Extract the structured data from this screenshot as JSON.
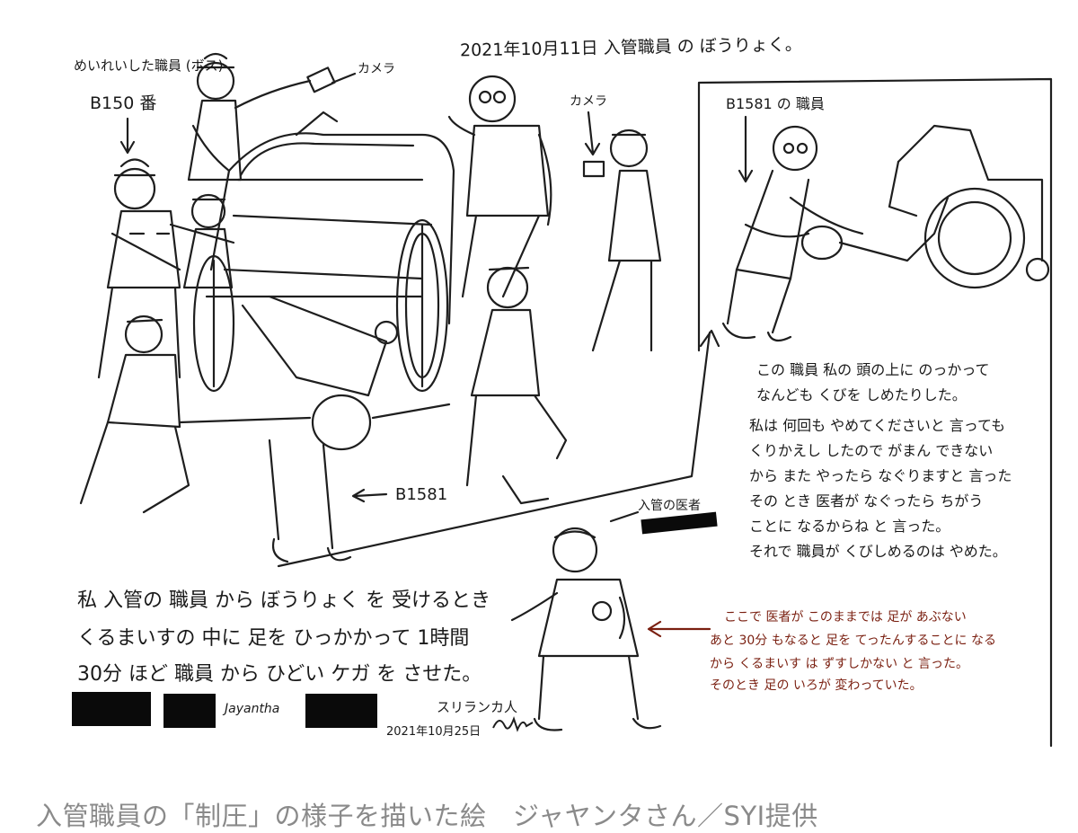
{
  "drawing": {
    "title": "2021年10月11日 入管職員 の ぼうりょく。",
    "labels": {
      "named_staff": "めいれいした職員 (ボス)",
      "named_staff_number": "B150 番",
      "camera_left": "カメラ",
      "camera_right": "カメラ",
      "staff_b1581_top": "B1581 の 職員",
      "staff_b1581_bottom": "B1581",
      "doctor": "入管の医者"
    },
    "main_text": [
      "私 入管の 職員 から ぼうりょく を 受けるとき",
      "くるまいすの 中に 足を ひっかかって 1時間",
      "30分 ほど 職員 から ひどい ケガ を させた。"
    ],
    "right_text": [
      "この 職員 私の 頭の上に のっかって",
      "なんども くびを しめたりした。",
      "私は 何回も やめてくださいと 言っても",
      "くりかえし したので がまん できない",
      "から また やったら なぐりますと 言った",
      "その とき 医者が なぐったら ちがう",
      "ことに なるからね と 言った。",
      "それで 職員が くびしめるのは やめた。"
    ],
    "red_text": [
      "ここで 医者が このままでは 足が あぶない",
      "あと 30分 もなると 足を てったんすることに なる",
      "から くるまいす は ずすしかない と 言った。",
      "そのとき 足の いろが 変わっていた。"
    ],
    "signature": {
      "name": "Jayantha",
      "country": "スリランカ人",
      "date": "2021年10月25日"
    }
  },
  "caption": "入管職員の「制圧」の様子を描いた絵　ジャヤンタさん／SYI提供"
}
